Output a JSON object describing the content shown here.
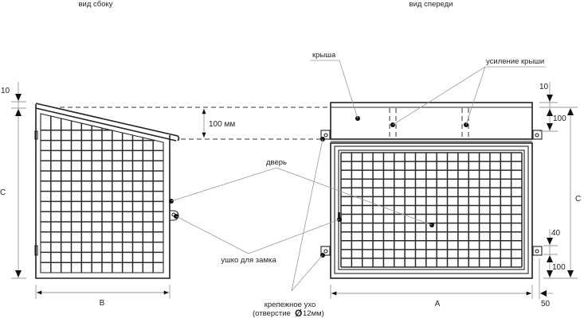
{
  "views": {
    "side_title": "вид сбоку",
    "front_title": "вид спереди"
  },
  "labels": {
    "roof": "крыша",
    "roof_reinforcement": "усиление крыши",
    "door": "дверь",
    "lock_eye": "ушко для замка",
    "mount_ear_line1": "крепежное ухо",
    "mount_ear_line2_prefix": "(отверстие",
    "mount_ear_diameter_symbol": "Ø",
    "mount_ear_line2_value": "12мм)"
  },
  "dimensions": {
    "side_roof_gap": "10",
    "side_height": "C",
    "side_width": "B",
    "roof_slope_drop": "100 мм",
    "front_roof_gap": "10",
    "front_roof_height": "100",
    "front_height": "C",
    "front_bottom_ear_offset": "40",
    "front_bottom_height": "100",
    "front_width": "A",
    "front_ear_offset": "50"
  },
  "mesh": {
    "side_columns": 12,
    "side_rows": 14,
    "front_columns": 17,
    "front_rows": 13
  },
  "colors": {
    "line": "#222222",
    "leader": "#9a9a9a",
    "background": "#ffffff"
  }
}
